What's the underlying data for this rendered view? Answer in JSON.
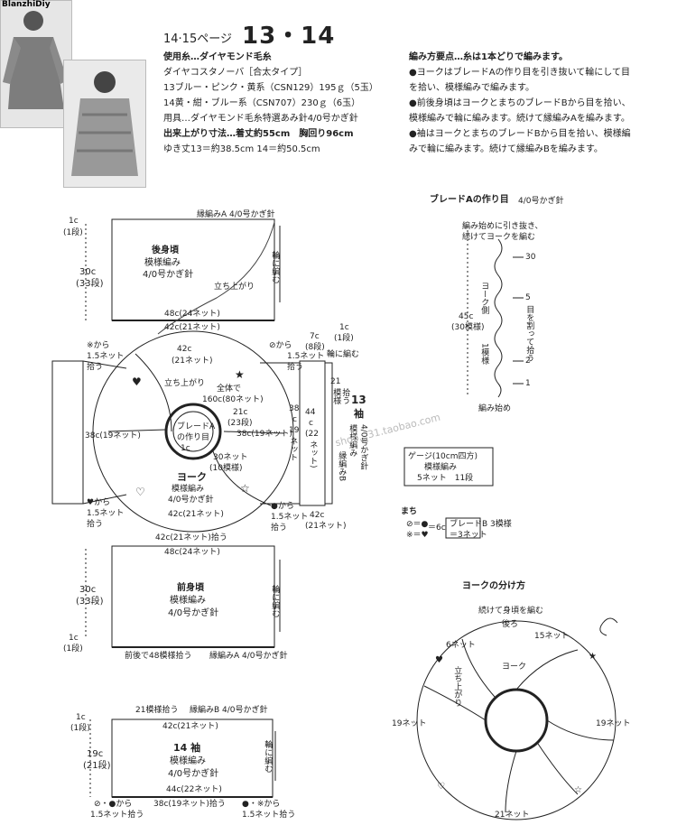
{
  "watermark_top": "BlanzhiDiy",
  "watermark_mid": "shop...31.taobao.com",
  "header": {
    "page_label": "14·15ページ",
    "page_numbers": "13・14"
  },
  "materials": {
    "line1": "使用糸…ダイヤモンド毛糸",
    "line2": "ダイヤコスタノーバ［合太タイプ］",
    "line3": "13ブルー・ピンク・黄系（CSN129）195ｇ（5玉）",
    "line4": "14黄・紺・ブルー系（CSN707）230ｇ（6玉）",
    "line5": "用具…ダイヤモンド毛糸特選あみ針4/0号かぎ針",
    "line6": "出来上がり寸法…着丈約55cm　胸回り96cm",
    "line7": "ゆき丈13＝約38.5cm 14＝約50.5cm"
  },
  "instructions": {
    "line1": "編み方要点…糸は1本どりで編みます。",
    "line2": "●ヨークはブレードAの作り目を引き抜いて輪にして目",
    "line3": "を拾い、模様編みで編みます。",
    "line4": "●前後身頃はヨークとまちのブレードBから目を拾い、",
    "line5": "模様編みで輪に編みます。続けて縁編みAを編みます。",
    "line6": "●袖はヨークとまちのブレードBから目を拾い、模様編",
    "line7": "みで輪に編みます。続けて縁編みBを編みます。"
  },
  "back_body": {
    "title": "後身頃",
    "pattern": "模様編み",
    "hook": "4/0号かぎ針",
    "edge": "縁編みA 4/0号かぎ針",
    "height": "30c",
    "rows": "(33段)",
    "top_h": "1c",
    "top_rows": "(1段)",
    "bottom_a": "48c(24ネット)",
    "bottom_b": "42c(21ネット)",
    "loop": "輪に編む",
    "rise": "立ち上がり"
  },
  "yoke": {
    "title": "ヨーク",
    "pattern": "模様編み",
    "hook": "4/0号かぎ針",
    "top": "42c",
    "top_net": "(21ネット)",
    "rise": "立ち上がり",
    "total_label": "全体で",
    "total": "160c(80ネット)",
    "inner": "21c",
    "inner_net": "(23段)",
    "braid_a1": "ブレードA",
    "braid_a2": "の作り目",
    "inner_c": "1c",
    "side_left": "38c(19ネット)",
    "side_right": "38c(19ネット)",
    "bottom": "42c(21ネット)",
    "depth": "30ネット",
    "depth_rows": "(10模様)"
  },
  "sleeve13": {
    "num": "13",
    "title": "袖",
    "pattern": "模様編み",
    "hook": "4/0号かぎ針",
    "edge": "縁編みB",
    "h1": "38",
    "h2": "c",
    "net1": "19",
    "net2": "ネット",
    "h3": "44",
    "h4": "c",
    "net3": "(22",
    "net4": "ネット)",
    "w": "21",
    "w2": "模様",
    "w3": "拾う",
    "top_c": "7c",
    "top_rows": "(8段)",
    "c1": "1c",
    "c1_rows": "(1段)",
    "from1": "⊘から",
    "pick1": "1.5ネット",
    "pick1b": "拾う",
    "loop": "輪に編む",
    "bot": "42c",
    "bot_net": "(21ネット)",
    "from2": "●から",
    "pick2": "1.5ネット",
    "pick2b": "拾う"
  },
  "left_sleeve": {
    "from1": "※から",
    "pick1": "1.5ネット",
    "pick1b": "拾う",
    "from2": "♥から",
    "pick2": "1.5ネット",
    "pick2b": "拾う"
  },
  "front_body": {
    "title": "前身頃",
    "pattern": "模様編み",
    "hook": "4/0号かぎ針",
    "top": "42c(21ネット)拾う",
    "top2": "48c(24ネット)",
    "height": "30c",
    "rows": "(33段)",
    "bot_h": "1c",
    "bot_rows": "(1段)",
    "loop": "輪に編む",
    "pickup": "前後で48模様拾う",
    "edge": "縁編みA 4/0号かぎ針"
  },
  "sleeve14": {
    "title": "14 袖",
    "pattern": "模様編み",
    "hook": "4/0号かぎ針",
    "top_pick": "21模様拾う",
    "edge": "縁編みB 4/0号かぎ針",
    "top": "42c(21ネット)",
    "height": "19c",
    "rows": "(21段)",
    "c1": "1c",
    "c1_rows": "(1段)",
    "bottom": "44c(22ネット)",
    "pick": "38c(19ネット)拾う",
    "loop": "輪に編む",
    "from_l": "⊘・●から",
    "pick_l": "1.5ネット拾う",
    "from_r": "●・※から",
    "pick_r": "1.5ネット拾う"
  },
  "braid_a": {
    "title": "ブレードAの作り目",
    "hook": "4/0号かぎ針",
    "note1": "編み始めに引き抜き、",
    "note2": "続けてヨークを編む",
    "side": "ヨーク側",
    "h": "45c",
    "h2": "(30模様)",
    "n30": "30",
    "n5": "5",
    "n2": "2",
    "n1": "1",
    "pick": "目を割って拾う",
    "one": "1模様",
    "start": "編み始め"
  },
  "gauge": {
    "l1": "ゲージ(10cm四方)",
    "l2": "模様編み",
    "l3": "5ネット　11段"
  },
  "gusset": {
    "title": "まち",
    "l1": "⊘＝●",
    "l2": "※＝♥",
    "eq": "＝6c",
    "b1": "ブレードB 3模様",
    "b2": "＝3ネット"
  },
  "yoke_split": {
    "title": "ヨークの分け方",
    "cont": "続けて身頃を編む",
    "back": "後ろ",
    "n15": "15ネット",
    "n6": "6ネット",
    "rise": "立ち上がり",
    "yoke": "ヨーク",
    "n19l": "19ネット",
    "n19r": "19ネット",
    "n21": "21ネット"
  }
}
